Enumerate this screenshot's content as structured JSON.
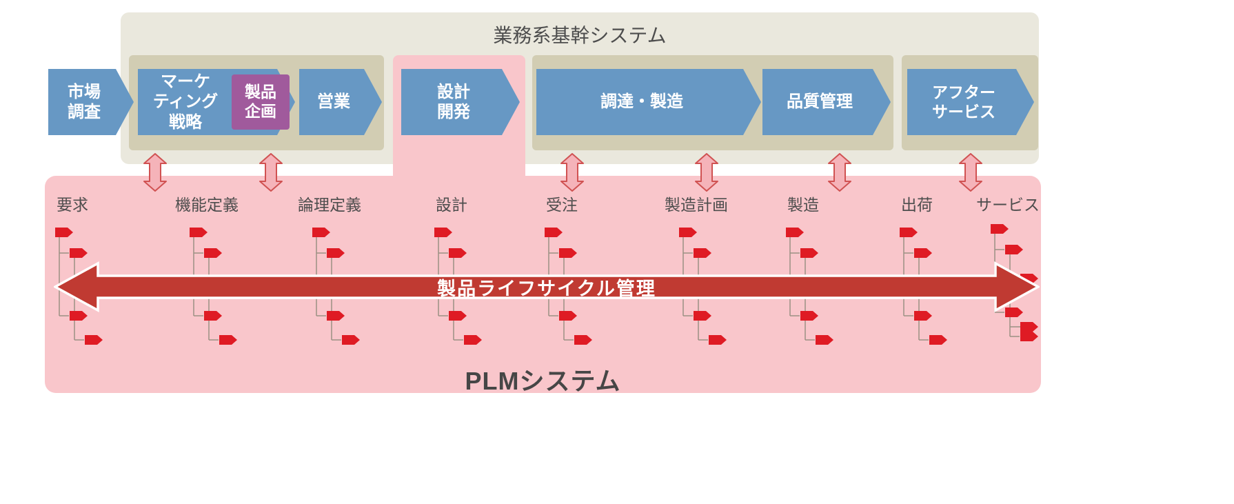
{
  "header": {
    "title": "業務系基幹システム"
  },
  "process": {
    "stages": [
      {
        "id": "market-research",
        "label": "市場\n調査"
      },
      {
        "id": "marketing-strategy",
        "label": "マーケ\nティング\n戦略"
      },
      {
        "id": "product-planning",
        "label": "製品\n企画"
      },
      {
        "id": "sales",
        "label": "営業"
      },
      {
        "id": "design-development",
        "label": "設計\n開発"
      },
      {
        "id": "procurement-manufacturing",
        "label": "調達・製造"
      },
      {
        "id": "quality-management",
        "label": "品質管理"
      },
      {
        "id": "after-service",
        "label": "アフター\nサービス"
      }
    ]
  },
  "plm": {
    "columns": [
      "要求",
      "機能定義",
      "論理定義",
      "設計",
      "受注",
      "製造計画",
      "製造",
      "出荷",
      "サービス"
    ],
    "lifecycle_arrow_label": "製品ライフサイクル管理",
    "system_label": "PLMシステム"
  },
  "colors": {
    "stage_blue": "#6798c4",
    "planning_purple": "#a05a9c",
    "plm_pink": "#f9c6cb",
    "panel_beige": "#eae8dd",
    "group_khaki": "#d2cdb3",
    "lifecycle_red": "#c03a32",
    "node_red": "#df1b24",
    "sync_fill": "#f5b3b9",
    "sync_stroke": "#d05252",
    "tree_line": "#9a9183",
    "text_dark": "#4d4d4d"
  }
}
